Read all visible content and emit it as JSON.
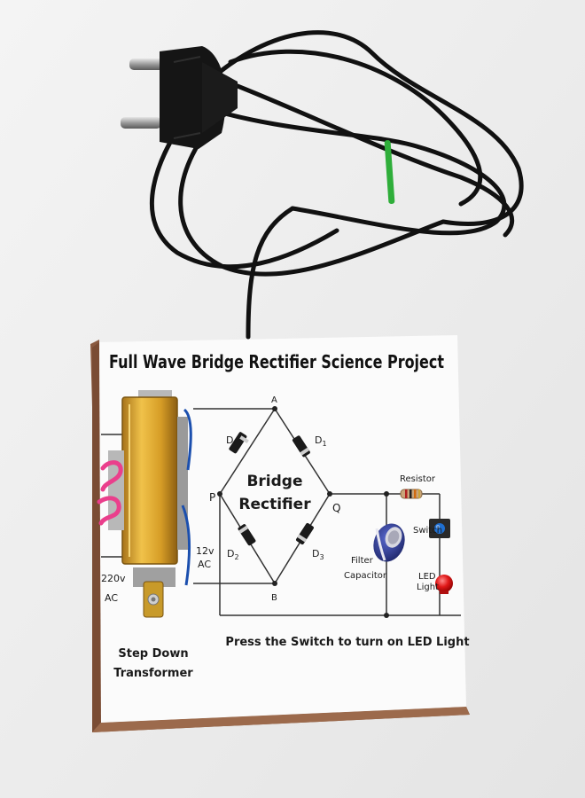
{
  "board": {
    "title": "Full Wave Bridge Rectifier Science Project",
    "instruction": "Press the Switch to turn on LED Light"
  },
  "labels": {
    "node_a": "A",
    "node_b": "B",
    "node_p": "P",
    "node_q": "Q",
    "d4": "D",
    "d4_sub": "4",
    "d1": "D",
    "d1_sub": "1",
    "d2": "D",
    "d2_sub": "2",
    "d3": "D",
    "d3_sub": "3",
    "bridge_line1": "Bridge",
    "bridge_line2": "Rectifier",
    "resistor": "Resistor",
    "switch": "Switch",
    "led_line1": "LED",
    "led_line2": "Light",
    "filter_line1": "Filter",
    "filter_line2": "Capacitor",
    "ac12_line1": "12v",
    "ac12_line2": "AC",
    "ac220_line1": "220v",
    "ac220_line2": "AC",
    "transformer_line1": "Step Down",
    "transformer_line2": "Transformer"
  },
  "colors": {
    "background": "#ececec",
    "board_face": "#fbfbfb",
    "board_edge": "#8a5a40",
    "transformer_gold": "#d9a52a",
    "cable": "#111111",
    "led": "#e01818",
    "switch_cap": "#1f6fd0",
    "cable_tie": "#2fae3a",
    "capacitor": "#2b3a8c"
  }
}
